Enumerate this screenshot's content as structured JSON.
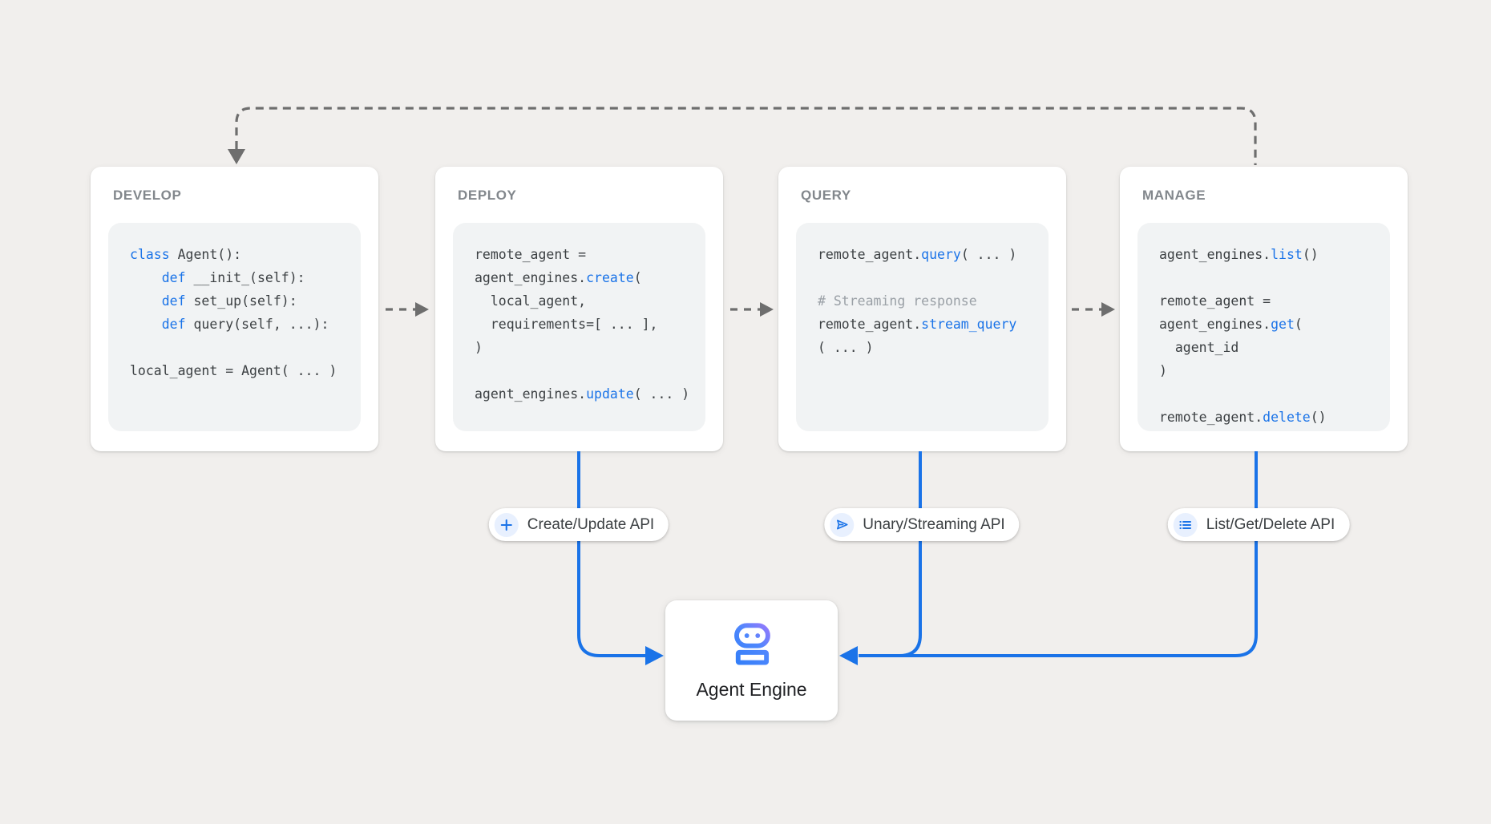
{
  "colors": {
    "background": "#f1efed",
    "card_bg": "#ffffff",
    "code_bg": "#f1f3f4",
    "keyword_blue": "#1a73e8",
    "code_text": "#3c4043",
    "comment_gray": "#9aa0a6",
    "title_gray": "#82878c",
    "wire_gray": "#6e6e6e",
    "wire_blue": "#1a73e8",
    "robot_gradient_start": "#2b7cf7",
    "robot_gradient_end": "#b273fb",
    "pill_icon_bg": "#e8f0fe"
  },
  "cards": [
    {
      "title": "DEVELOP",
      "lines": [
        [
          {
            "t": "class",
            "c": "kw"
          },
          {
            "t": " Agent():",
            "c": "tx"
          }
        ],
        [
          {
            "t": "    ",
            "c": "tx"
          },
          {
            "t": "def",
            "c": "kw"
          },
          {
            "t": " __init_(self):",
            "c": "tx"
          }
        ],
        [
          {
            "t": "    ",
            "c": "tx"
          },
          {
            "t": "def",
            "c": "kw"
          },
          {
            "t": " set_up(self):",
            "c": "tx"
          }
        ],
        [
          {
            "t": "    ",
            "c": "tx"
          },
          {
            "t": "def",
            "c": "kw"
          },
          {
            "t": " query(self, ...):",
            "c": "tx"
          }
        ],
        [],
        [
          {
            "t": "local_agent = Agent( ... )",
            "c": "tx"
          }
        ]
      ]
    },
    {
      "title": "DEPLOY",
      "lines": [
        [
          {
            "t": "remote_agent =",
            "c": "tx"
          }
        ],
        [
          {
            "t": "agent_engines.",
            "c": "tx"
          },
          {
            "t": "create",
            "c": "kw"
          },
          {
            "t": "(",
            "c": "tx"
          }
        ],
        [
          {
            "t": "  local_agent,",
            "c": "tx"
          }
        ],
        [
          {
            "t": "  requirements=[ ... ],",
            "c": "tx"
          }
        ],
        [
          {
            "t": ")",
            "c": "tx"
          }
        ],
        [],
        [
          {
            "t": "agent_engines.",
            "c": "tx"
          },
          {
            "t": "update",
            "c": "kw"
          },
          {
            "t": "( ... )",
            "c": "tx"
          }
        ]
      ]
    },
    {
      "title": "QUERY",
      "lines": [
        [
          {
            "t": "remote_agent.",
            "c": "tx"
          },
          {
            "t": "query",
            "c": "kw"
          },
          {
            "t": "( ... )",
            "c": "tx"
          }
        ],
        [],
        [
          {
            "t": "# Streaming response",
            "c": "cm"
          }
        ],
        [
          {
            "t": "remote_agent.",
            "c": "tx"
          },
          {
            "t": "stream_query",
            "c": "kw"
          }
        ],
        [
          {
            "t": "( ... )",
            "c": "tx"
          }
        ]
      ]
    },
    {
      "title": "MANAGE",
      "lines": [
        [
          {
            "t": "agent_engines.",
            "c": "tx"
          },
          {
            "t": "list",
            "c": "kw"
          },
          {
            "t": "()",
            "c": "tx"
          }
        ],
        [],
        [
          {
            "t": "remote_agent =",
            "c": "tx"
          }
        ],
        [
          {
            "t": "agent_engines.",
            "c": "tx"
          },
          {
            "t": "get",
            "c": "kw"
          },
          {
            "t": "(",
            "c": "tx"
          }
        ],
        [
          {
            "t": "  agent_id",
            "c": "tx"
          }
        ],
        [
          {
            "t": ")",
            "c": "tx"
          }
        ],
        [],
        [
          {
            "t": "remote_agent.",
            "c": "tx"
          },
          {
            "t": "delete",
            "c": "kw"
          },
          {
            "t": "()",
            "c": "tx"
          }
        ]
      ]
    }
  ],
  "pills": [
    {
      "icon": "plus-icon",
      "label": "Create/Update API"
    },
    {
      "icon": "send-icon",
      "label": "Unary/Streaming API"
    },
    {
      "icon": "list-icon",
      "label": "List/Get/Delete API"
    }
  ],
  "engine": {
    "label": "Agent Engine",
    "icon": "robot-icon"
  }
}
